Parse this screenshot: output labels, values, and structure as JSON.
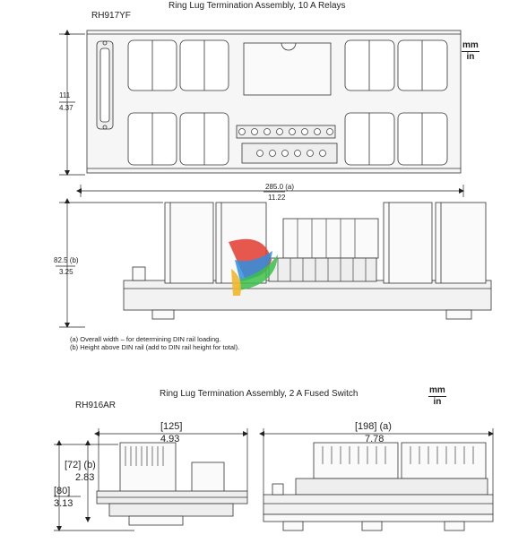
{
  "top": {
    "title": "Ring Lug Termination Assembly, 10 A Relays",
    "model": "RH917YF",
    "unit_num": "mm",
    "unit_den": "in",
    "height_mm": "111",
    "height_in": "4.37",
    "width_mm": "285.0 (a)",
    "width_in": "11.22",
    "side_mm": "82.5 (b)",
    "side_in": "3.25",
    "note_a": "(a) Overall width – for determining DIN rail loading.",
    "note_b": "(b) Height above DIN rail (add to DIN rail height for total)."
  },
  "bottom": {
    "title": "Ring Lug Termination Assembly, 2 A Fused Switch",
    "model": "RH916AR",
    "unit_num": "mm",
    "unit_den": "in",
    "depth_mm": "[125]",
    "depth_in": "4.93",
    "height_b_mm": "[72] (b)",
    "height_b_in": "2.83",
    "height_mm": "[80]",
    "height_in": "3.13",
    "width_mm": "[198] (a)",
    "width_in": "7.78"
  }
}
